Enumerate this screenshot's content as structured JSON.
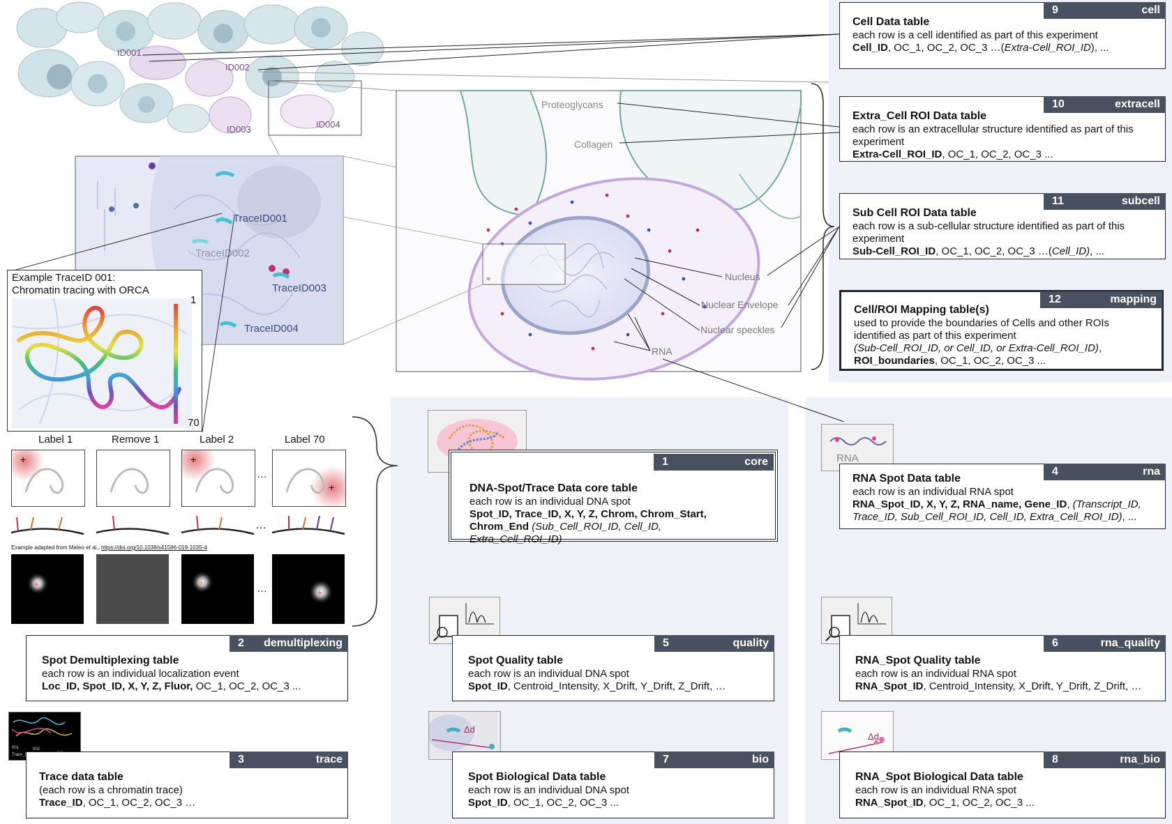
{
  "cells": {
    "ids": [
      "ID001",
      "ID002",
      "ID003",
      "ID004"
    ]
  },
  "nucleus_labels": [
    "Proteoglycans",
    "Collagen",
    "Nucleus",
    "Nuclear Envelope",
    "Nuclear speckles",
    "RNA"
  ],
  "trace_ids": [
    "TraceID001",
    "TraceID002",
    "TraceID003",
    "TraceID004"
  ],
  "example": {
    "title_line1": "Example TraceID 001:",
    "title_line2": "Chromatin tracing with ORCA",
    "scale_top": "1",
    "scale_bottom": "70",
    "labels": [
      "Label 1",
      "Remove 1",
      "Label 2",
      "Label 70"
    ],
    "ellipsis": "…",
    "citation_prefix": "Example adapted from Mateo et al.,",
    "citation_link": "https://doi.org/10.1038/s41586-019-1035-4"
  },
  "tables": {
    "cell": {
      "num": "9",
      "name": "cell",
      "title": "Cell Data table",
      "desc": "each row is a cell identified as part of this experiment",
      "cols_bold": "Cell_ID",
      "cols_plain": ", OC_1, OC_2, OC_3 …(",
      "cols_italic": "Extra-Cell_ROI_ID",
      "cols_end": "), ..."
    },
    "extracell": {
      "num": "10",
      "name": "extracell",
      "title": "Extra_Cell ROI Data table",
      "desc": "each row is an extracellular structure identified as part of this experiment",
      "cols_bold": "Extra-Cell_ROI_ID",
      "cols_plain": ", OC_1, OC_2, OC_3 ..."
    },
    "subcell": {
      "num": "11",
      "name": "subcell",
      "title": "Sub Cell ROI Data table",
      "desc": "each row is a sub-cellular structure identified as part of this experiment",
      "cols_bold": "Sub-Cell_ROI_ID",
      "cols_plain": ", OC_1, OC_2, OC_3 …(",
      "cols_italic": "Cell_ID)",
      "cols_end": ", ..."
    },
    "mapping": {
      "num": "12",
      "name": "mapping",
      "title": "Cell/ROI Mapping table(s)",
      "desc": "used to provide the boundaries of Cells and other ROIs identified as part of this experiment",
      "cols_italic": "(Sub-Cell_ROI_ID, or Cell_ID, or Extra-Cell_ROI_ID)",
      "cols_punct": ",",
      "cols_bold": "ROI_boundaries",
      "cols_plain": ", OC_1, OC_2, OC_3 ..."
    },
    "core": {
      "num": "1",
      "name": "core",
      "title": "DNA-Spot/Trace Data core table",
      "desc": "each row is an individual DNA spot",
      "cols_bold": "Spot_ID, Trace_ID, X, Y, Z, Chrom, Chrom_Start, Chrom_End",
      "cols_italic": "(Sub_Cell_ROI_ID, Cell_ID, Extra_Cell_ROI_ID)"
    },
    "rna": {
      "num": "4",
      "name": "rna",
      "title": "RNA Spot Data table",
      "desc": "each row is an individual RNA spot",
      "cols_bold": "RNA_Spot_ID, X, Y, Z, RNA_name, Gene_ID",
      "cols_italic": "(Transcript_ID, Trace_ID, Sub_Cell_ROI_ID, Cell_ID, Extra_Cell_ROI_ID)",
      "cols_end": ", ..."
    },
    "demultiplexing": {
      "num": "2",
      "name": "demultiplexing",
      "title": "Spot Demultiplexing table",
      "desc": "each row is an individual localization event",
      "cols_bold": "Loc_ID, Spot_ID, X, Y, Z, Fluor,",
      "cols_plain": " OC_1, OC_2, OC_3 ..."
    },
    "quality": {
      "num": "5",
      "name": "quality",
      "title": "Spot Quality table",
      "desc": "each row is an individual DNA spot",
      "cols_bold": "Spot_ID",
      "cols_plain": ", Centroid_Intensity, X_Drift, Y_Drift, Z_Drift, …"
    },
    "rna_quality": {
      "num": "6",
      "name": "rna_quality",
      "title": "RNA_Spot Quality table",
      "desc": "each row is an individual RNA spot",
      "cols_bold": "RNA_Spot_ID",
      "cols_plain": ", Centroid_Intensity, X_Drift, Y_Drift, Z_Drift, …"
    },
    "trace": {
      "num": "3",
      "name": "trace",
      "title": "Trace data table",
      "desc": "(each row is a chromatin trace)",
      "cols_bold": "Trace_ID",
      "cols_plain": ",  OC_1, OC_2, OC_3 …"
    },
    "bio": {
      "num": "7",
      "name": "bio",
      "title": "Spot Biological Data table",
      "desc": "each row is an individual DNA spot",
      "cols_bold": "Spot_ID",
      "cols_plain": ", OC_1, OC_2, OC_3 ..."
    },
    "rna_bio": {
      "num": "8",
      "name": "rna_bio",
      "title": "RNA_Spot Biological Data table",
      "desc": "each row is an individual RNA spot",
      "cols_bold": "RNA_Spot_ID",
      "cols_plain": ", OC_1, OC_2, OC_3 ..."
    }
  },
  "icons": {
    "rna_icon_label": "RNA",
    "delta_d": "Δd",
    "thumb_labels": [
      "001",
      "002",
      "003",
      "Trace_ID"
    ]
  }
}
